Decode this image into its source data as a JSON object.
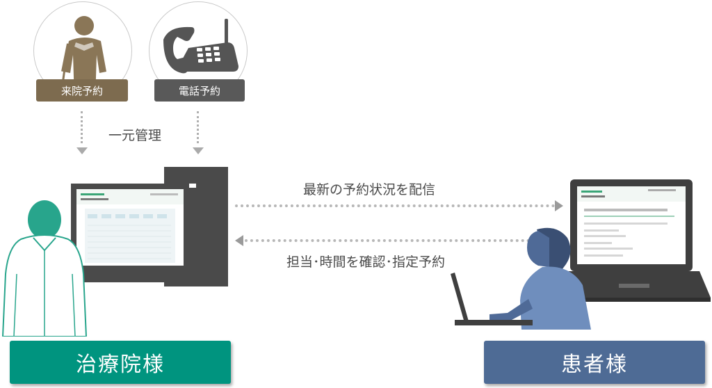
{
  "reservation_types": {
    "visit_label": "来院予約",
    "phone_label": "電話予約"
  },
  "center_label": "一元管理",
  "flow": {
    "to_patient": "最新の予約状況を配信",
    "to_clinic": "担当･時間を確認･指定予約"
  },
  "parties": {
    "clinic_label": "治療院様",
    "patient_label": "患者様"
  },
  "colors": {
    "clinic": "#00947f",
    "patient": "#4e6b95",
    "visit": "#7d6b4f",
    "phone": "#595959"
  }
}
